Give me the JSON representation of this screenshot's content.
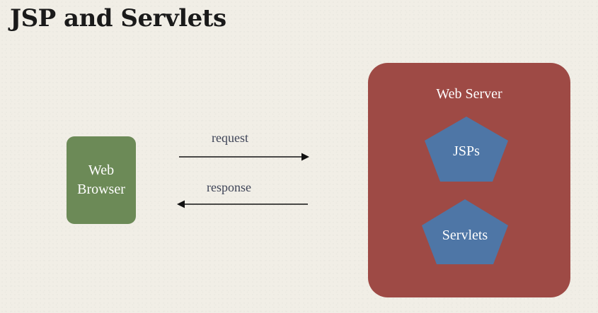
{
  "title": "JSP and Servlets",
  "browser": {
    "line1": "Web",
    "line2": "Browser"
  },
  "arrows": {
    "request": "request",
    "response": "response"
  },
  "server": {
    "label": "Web Server",
    "components": [
      {
        "label": "JSPs"
      },
      {
        "label": "Servlets"
      }
    ]
  },
  "colors": {
    "browser": "#6c8a57",
    "server": "#9e4a45",
    "component": "#4e76a6",
    "arrow": "#111111"
  }
}
